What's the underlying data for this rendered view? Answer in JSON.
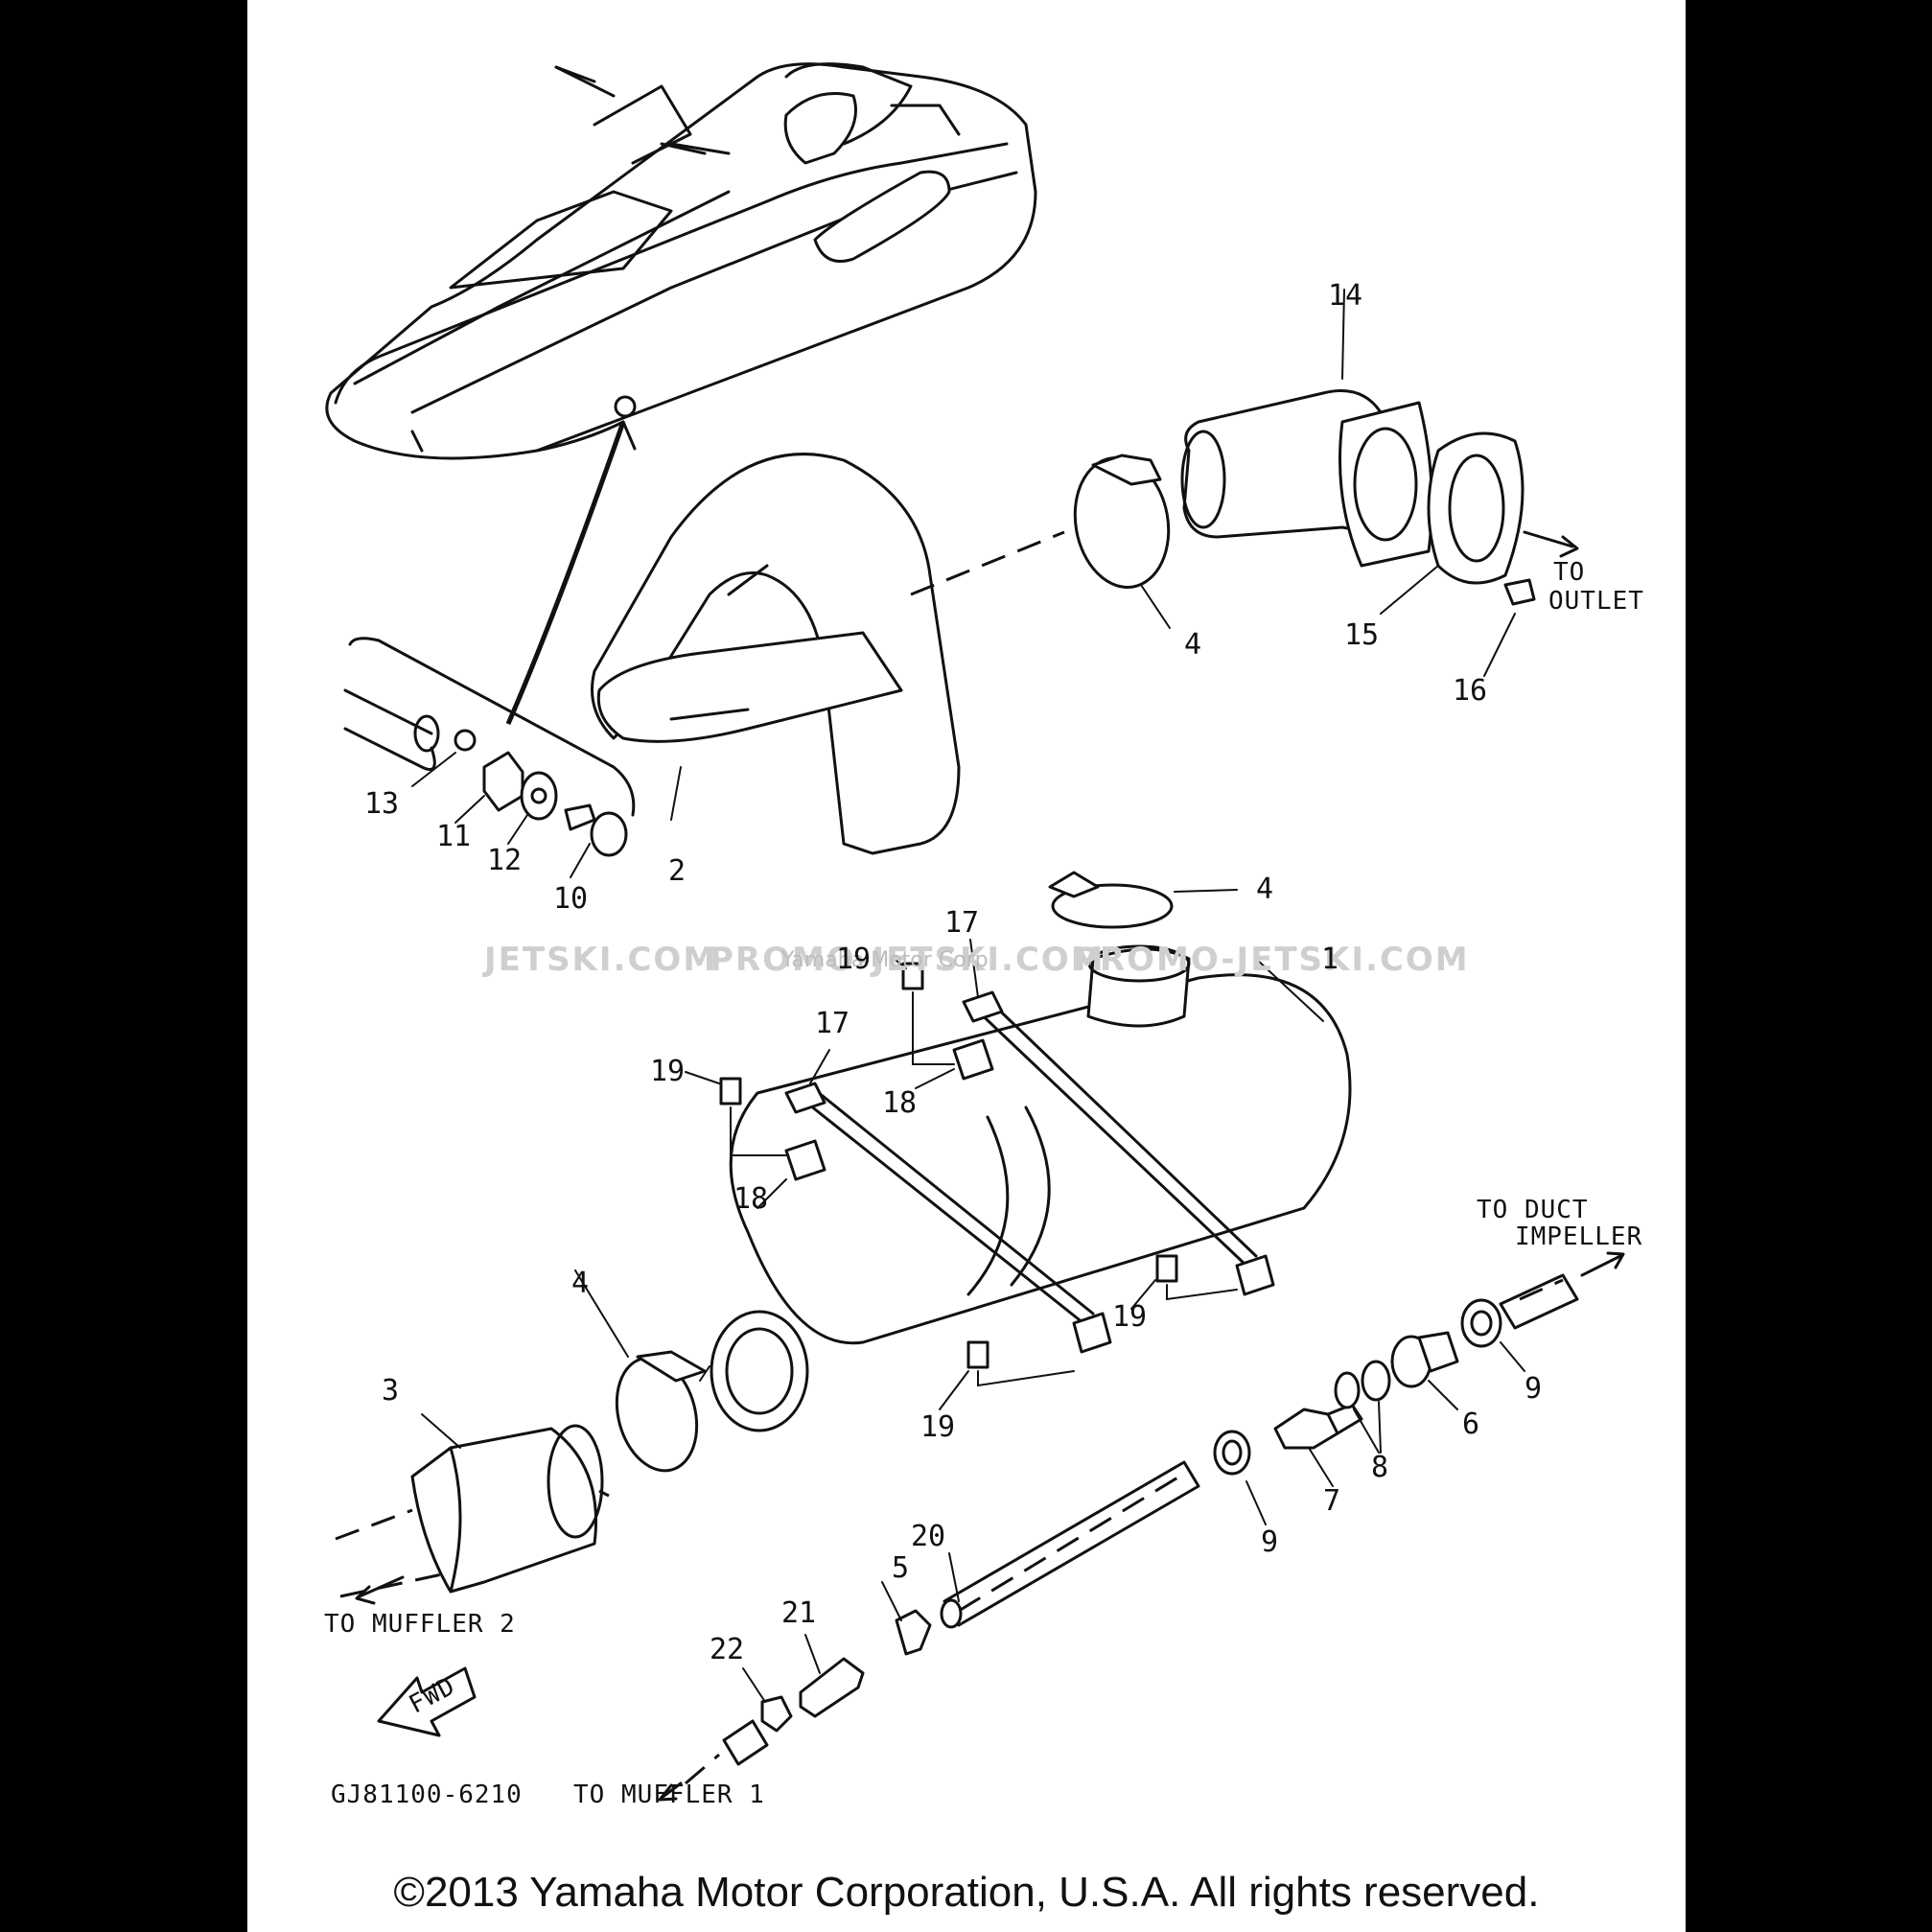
{
  "callouts": [
    {
      "id": "c1",
      "label": "1"
    },
    {
      "id": "c2",
      "label": "2"
    },
    {
      "id": "c3",
      "label": "3"
    },
    {
      "id": "c4a",
      "label": "4"
    },
    {
      "id": "c4b",
      "label": "4"
    },
    {
      "id": "c4c",
      "label": "4"
    },
    {
      "id": "c5",
      "label": "5"
    },
    {
      "id": "c6",
      "label": "6"
    },
    {
      "id": "c7",
      "label": "7"
    },
    {
      "id": "c8",
      "label": "8"
    },
    {
      "id": "c9a",
      "label": "9"
    },
    {
      "id": "c9b",
      "label": "9"
    },
    {
      "id": "c10",
      "label": "10"
    },
    {
      "id": "c11",
      "label": "11"
    },
    {
      "id": "c12",
      "label": "12"
    },
    {
      "id": "c13",
      "label": "13"
    },
    {
      "id": "c14",
      "label": "14"
    },
    {
      "id": "c15",
      "label": "15"
    },
    {
      "id": "c16",
      "label": "16"
    },
    {
      "id": "c17a",
      "label": "17"
    },
    {
      "id": "c17b",
      "label": "17"
    },
    {
      "id": "c18a",
      "label": "18"
    },
    {
      "id": "c18b",
      "label": "18"
    },
    {
      "id": "c19a",
      "label": "19"
    },
    {
      "id": "c19b",
      "label": "19"
    },
    {
      "id": "c19c",
      "label": "19"
    },
    {
      "id": "c19d",
      "label": "19"
    },
    {
      "id": "c20",
      "label": "20"
    },
    {
      "id": "c21",
      "label": "21"
    },
    {
      "id": "c22",
      "label": "22"
    }
  ],
  "notes": {
    "to_outlet_1": "TO",
    "to_outlet_2": "OUTLET",
    "to_duct_1": "TO DUCT",
    "to_duct_2": "IMPELLER",
    "to_muffler_2": "TO MUFFLER 2",
    "to_muffler_1": "TO MUFFLER 1",
    "fwd": "FWD",
    "diagram_code": "GJ81100-6210"
  },
  "watermark": {
    "left": "JETSKI.COM",
    "middle": "PROMO-JETSKI.COM",
    "right": "PROMO-JETSKI.COM",
    "overlay": "Yamaha Motor Corp"
  },
  "footer": {
    "copyright": "©2013 Yamaha Motor Corporation, U.S.A. All rights reserved."
  }
}
